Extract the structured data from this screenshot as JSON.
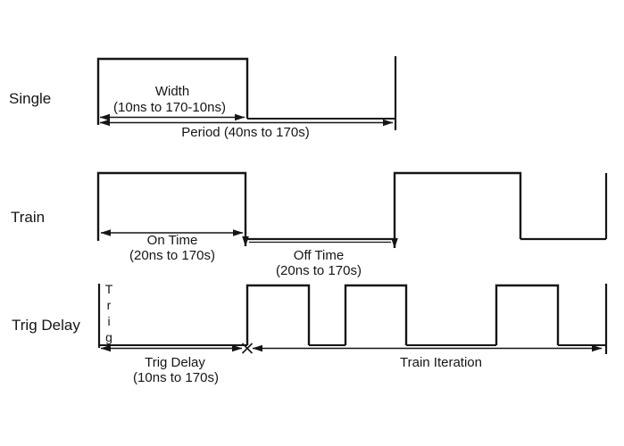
{
  "colors": {
    "background": "#ffffff",
    "line": "#151515",
    "text": "#151515"
  },
  "single": {
    "label": "Single",
    "width_label": "Width",
    "width_range": "(10ns to 170-10ns)",
    "period_label": "Period (40ns to 170s)"
  },
  "train": {
    "label": "Train",
    "on_time_label": "On Time",
    "on_time_range": "(20ns to 170s)",
    "off_time_label": "Off Time",
    "off_time_range": "(20ns to 170s)"
  },
  "trig_delay": {
    "label": "Trig Delay",
    "trig_axis_label": "Trig",
    "delay_label": "Trig Delay",
    "delay_range": "(10ns to 170s)",
    "iteration_label": "Train Iteration"
  }
}
